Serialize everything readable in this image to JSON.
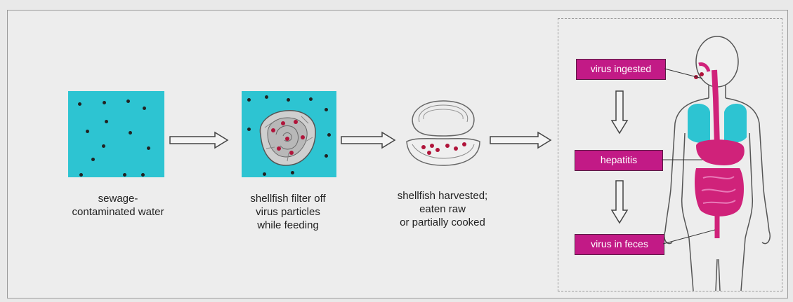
{
  "steps": [
    {
      "caption_line1": "sewage-",
      "caption_line2": "contaminated water",
      "caption_line3": ""
    },
    {
      "caption_line1": "shellfish filter off",
      "caption_line2": "virus particles",
      "caption_line3": "while feeding"
    },
    {
      "caption_line1": "shellfish harvested;",
      "caption_line2": "eaten raw",
      "caption_line3": "or partially cooked"
    }
  ],
  "body_labels": {
    "ingested": "virus ingested",
    "hepatitis": "hepatitis",
    "feces": "virus in feces"
  },
  "colors": {
    "water": "#2dc4d2",
    "tag": "#c21a86",
    "virus_dark": "#222222",
    "virus_red": "#b0143a",
    "lungs": "#2dc4d2",
    "organs": "#d0227a"
  }
}
